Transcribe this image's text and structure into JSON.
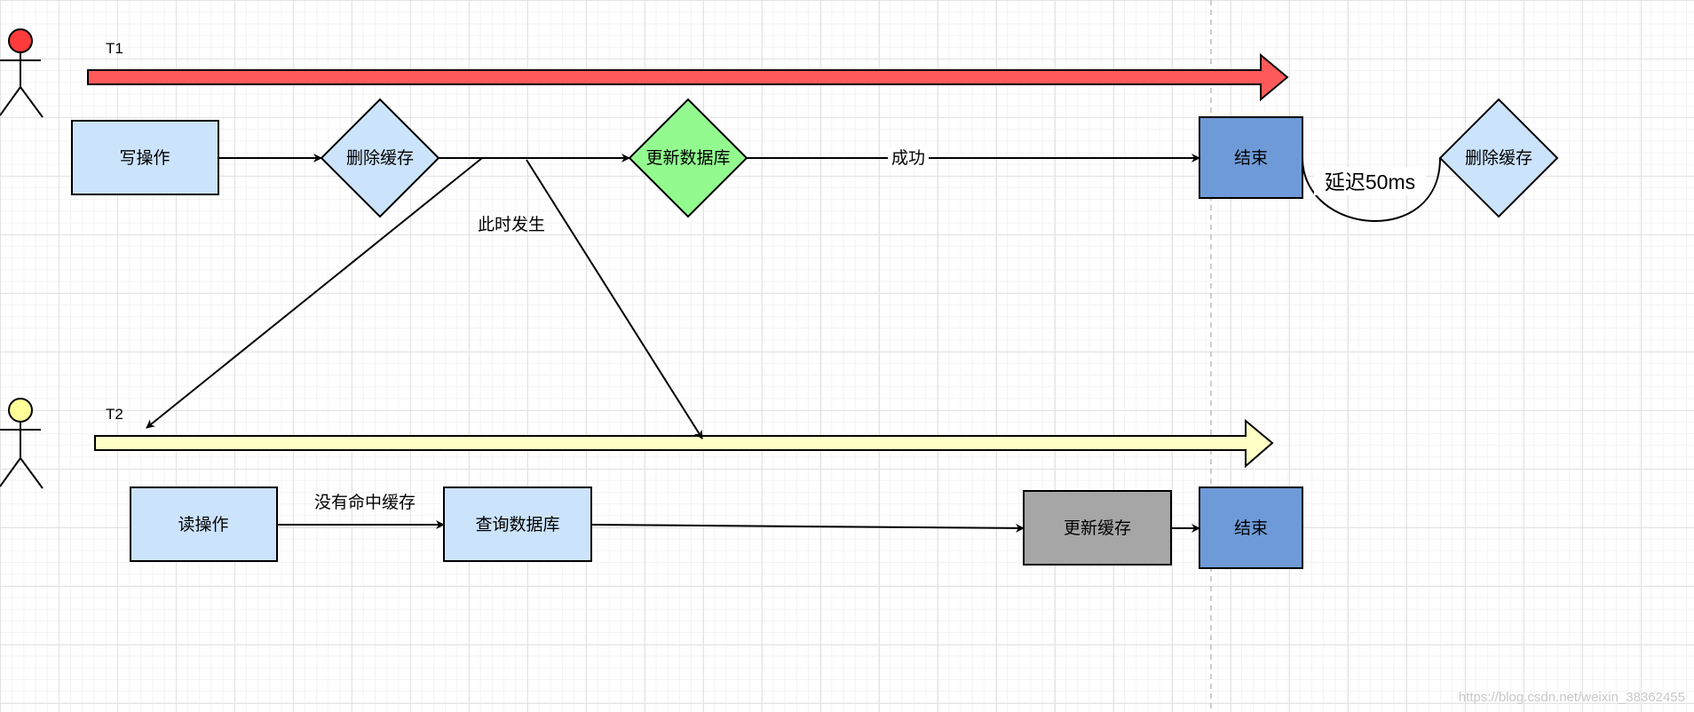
{
  "actors": {
    "t1_label": "T1",
    "t2_label": "T2"
  },
  "nodes": {
    "write_op": "写操作",
    "delete_cache_1": "删除缓存",
    "update_db": "更新数据库",
    "end_1": "结束",
    "delete_cache_2": "删除缓存",
    "read_op": "读操作",
    "query_db": "查询数据库",
    "update_cache": "更新缓存",
    "end_2": "结束"
  },
  "edge_labels": {
    "success": "成功",
    "happens_now": "此时发生",
    "cache_miss": "没有命中缓存",
    "delay": "延迟50ms"
  },
  "colors": {
    "t1_actor": "#ff3b3b",
    "t1_arrow": "#ff5a5a",
    "t2_actor": "#ffff99",
    "t2_arrow": "#ffffc6",
    "light_blue": "#cce3fc",
    "green": "#92fa8f",
    "dark_blue": "#6e9bd8",
    "gray": "#a6a6a6"
  },
  "watermark": "https://blog.csdn.net/weixin_38362455"
}
